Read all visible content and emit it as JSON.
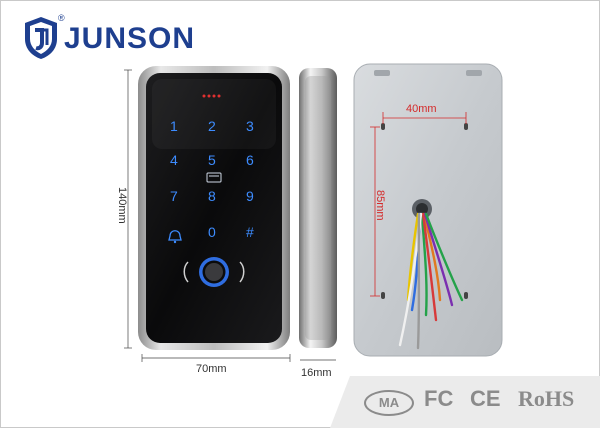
{
  "brand": {
    "name": "JUNSON",
    "registered": "®",
    "color": "#1e3f8f"
  },
  "device_front": {
    "keys": [
      "1",
      "2",
      "3",
      "4",
      "5",
      "6",
      "7",
      "8",
      "9",
      "0",
      "#"
    ],
    "key_color": "#3d8cff",
    "indicator_color": "#e03030"
  },
  "dimensions": {
    "height": "140mm",
    "width": "70mm",
    "depth": "16mm",
    "mount_width": "40mm",
    "mount_height": "85mm"
  },
  "certifications": {
    "ma": "MA",
    "fc": "FC",
    "ce": "CE",
    "rohs": "RoHS"
  },
  "wire_colors": [
    "#e8c400",
    "#2f6de0",
    "#25a24a",
    "#e07a20",
    "#7b2fb0",
    "#d73a3a",
    "#f0f0f0",
    "#9a9a9a"
  ]
}
